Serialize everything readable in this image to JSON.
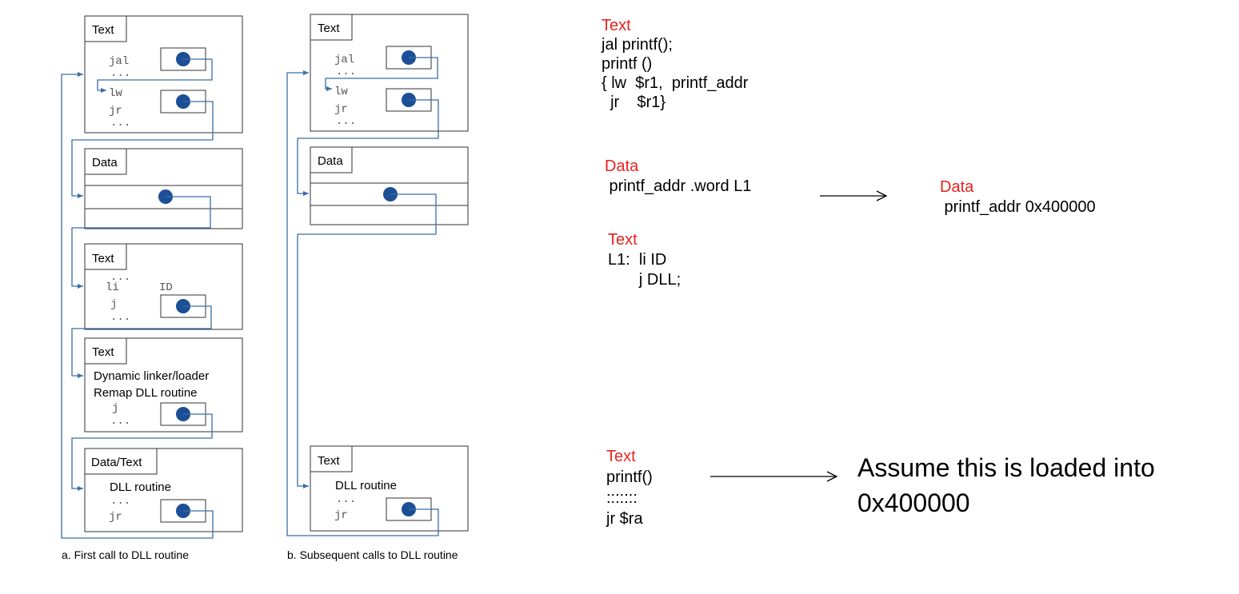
{
  "diagram_a": {
    "caption": "a. First call to DLL routine",
    "section_labels": {
      "text1": "Text",
      "data": "Data",
      "text2": "Text",
      "text3": "Text",
      "data_text": "Data/Text"
    },
    "text1_lines": {
      "jal": "jal",
      "dots1": "...",
      "lw": "lw",
      "jr": "jr",
      "dots2": "..."
    },
    "text2_lines": {
      "dots1": "...",
      "li": "li",
      "id": "ID",
      "j": "j",
      "dots2": "..."
    },
    "text3_lines": {
      "linker": "Dynamic linker/loader",
      "remap": "Remap DLL routine",
      "j": "j",
      "dots": "..."
    },
    "dll_lines": {
      "routine": "DLL routine",
      "dots": "...",
      "jr": "jr"
    }
  },
  "diagram_b": {
    "caption": "b. Subsequent calls to DLL routine",
    "section_labels": {
      "text1": "Text",
      "data": "Data",
      "text2": "Text"
    },
    "text1_lines": {
      "jal": "jal",
      "dots1": "...",
      "lw": "lw",
      "jr": "jr",
      "dots2": "..."
    },
    "dll_lines": {
      "routine": "DLL routine",
      "dots": "...",
      "jr": "jr"
    }
  },
  "notes": {
    "block1": {
      "label": "Text",
      "lines": [
        "jal printf();",
        "printf ()",
        "{ lw  $r1,  printf_addr",
        "  jr    $r1}"
      ]
    },
    "block2": {
      "label": "Data",
      "line": " printf_addr .word L1"
    },
    "block2_result": {
      "label": "Data",
      "line": " printf_addr 0x400000"
    },
    "block3": {
      "label": "Text",
      "lines": [
        "L1:  li ID",
        "       j DLL;"
      ]
    },
    "block4": {
      "label": "Text",
      "lines": [
        "printf()",
        ":::::::",
        "jr $ra"
      ]
    },
    "assumption": [
      "Assume this is loaded into",
      "0x400000"
    ]
  },
  "colors": {
    "accent": "#e8231f",
    "dot": "#1c4f96",
    "arrow_line": "#3a6ea5",
    "box_border": "#333333"
  }
}
